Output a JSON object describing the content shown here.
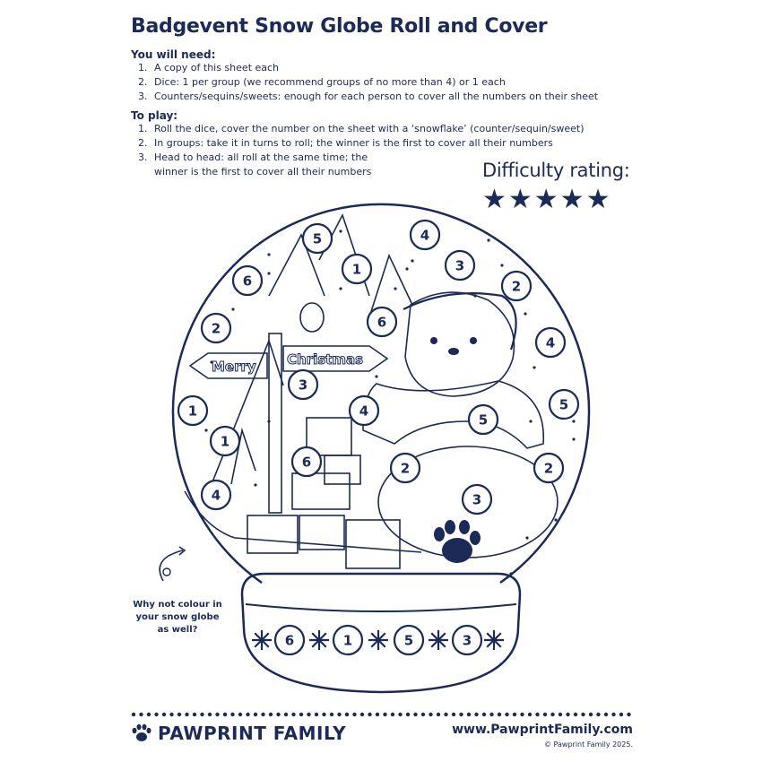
{
  "title": "Badgevent Snow Globe Roll and Cover",
  "need": {
    "heading": "You will need:",
    "items": [
      {
        "num": "1.",
        "text": "A copy of this sheet each"
      },
      {
        "num": "2.",
        "text": "Dice: 1 per group (we recommend groups of no more than 4) or 1 each"
      },
      {
        "num": "3.",
        "text": "Counters/sequins/sweets: enough for each person to cover all the numbers on their sheet"
      }
    ]
  },
  "play": {
    "heading": "To play:",
    "items": [
      {
        "num": "1.",
        "text": "Roll the dice, cover the number on the sheet with a ‘snowflake’ (counter/sequin/sweet)"
      },
      {
        "num": "2.",
        "text": "In groups: take it in turns to roll; the winner is the first to cover all their numbers"
      },
      {
        "num": "3.",
        "text": "Head to head: all roll at the same time; the"
      },
      {
        "num": "",
        "text": "winner is the first to cover all their numbers"
      }
    ]
  },
  "difficulty": {
    "label": "Difficulty rating:",
    "stars": "★★★★★",
    "rating": 5,
    "max": 5
  },
  "signpost": {
    "left": "Merry",
    "right": "Christmas"
  },
  "globe_numbers": [
    "5",
    "4",
    "1",
    "3",
    "6",
    "2",
    "2",
    "6",
    "4",
    "3",
    "4",
    "5",
    "1",
    "5",
    "1",
    "2",
    "6",
    "2",
    "4",
    "3"
  ],
  "base_numbers": [
    "6",
    "1",
    "5",
    "3"
  ],
  "colour_note": "Why not colour in your snow globe as well?",
  "footer": {
    "brand": "PAWPRINT FAMILY",
    "url": "www.PawprintFamily.com",
    "copyright": "© Pawprint Family 2025."
  },
  "colors": {
    "ink": "#1b2a57",
    "paper": "#ffffff"
  }
}
